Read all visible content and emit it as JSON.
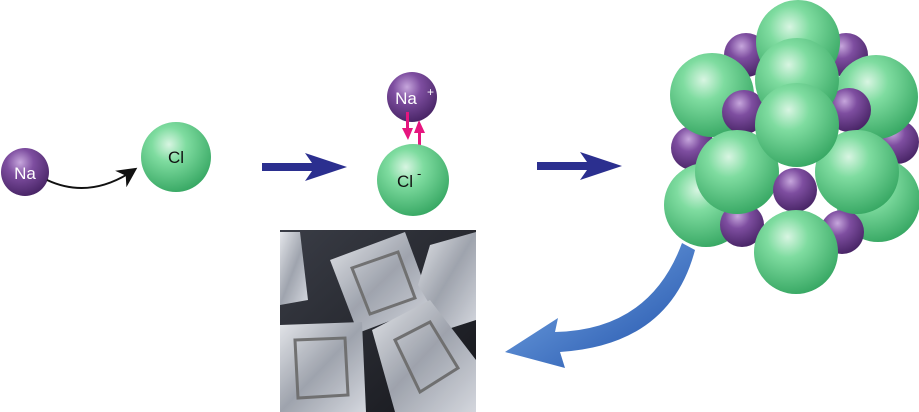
{
  "labels": {
    "na": "Na",
    "cl": "Cl",
    "na_ion": "Na",
    "na_ion_charge": "+",
    "cl_ion": "Cl",
    "cl_ion_charge": "-"
  },
  "colors": {
    "sodium": "#6d3d8c",
    "chlorine": "#5fcf8a",
    "process_arrow": "#2b2f8f",
    "attraction_arrow": "#e6157f",
    "curved_arrow": "#2a5fb8"
  }
}
